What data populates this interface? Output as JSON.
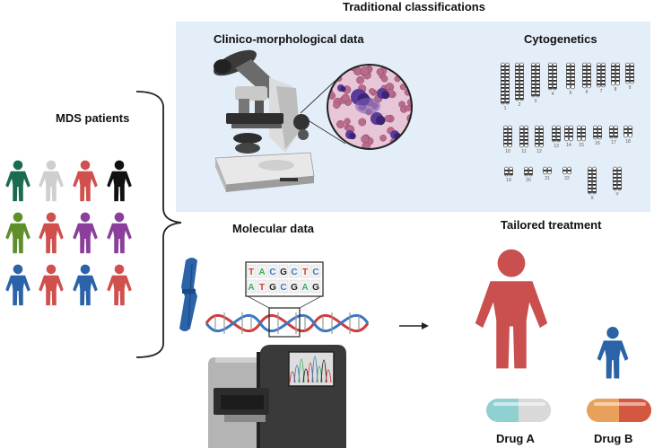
{
  "title": "Traditional classifications",
  "sections": {
    "clinico": "Clinico-morphological data",
    "cytogenetics": "Cytogenetics",
    "mds_patients": "MDS patients",
    "molecular": "Molecular data",
    "tailored": "Tailored treatment"
  },
  "drugs": {
    "a": "Drug A",
    "b": "Drug B"
  },
  "sequence": {
    "top": [
      "T",
      "A",
      "C",
      "G",
      "C",
      "T",
      "C"
    ],
    "bottom": [
      "A",
      "T",
      "G",
      "C",
      "G",
      "A",
      "G"
    ]
  },
  "karyotype_labels": [
    "1",
    "2",
    "3",
    "4",
    "5",
    "6",
    "7",
    "8",
    "9",
    "10",
    "11",
    "12",
    "13",
    "14",
    "15",
    "16",
    "17",
    "18",
    "19",
    "20",
    "21",
    "22",
    "X",
    "Y"
  ],
  "colors": {
    "panel": "#e4eef9",
    "patient_colors": [
      "#1a6b4f",
      "#cfcfcf",
      "#d0504e",
      "#111111",
      "#5f8f2b",
      "#d0504e",
      "#8a3f9a",
      "#8a3f9a",
      "#2a63a8",
      "#d0504e",
      "#2a63a8",
      "#d0504e"
    ],
    "large_figure": "#c9504e",
    "small_figure": "#2a63a8"
  }
}
